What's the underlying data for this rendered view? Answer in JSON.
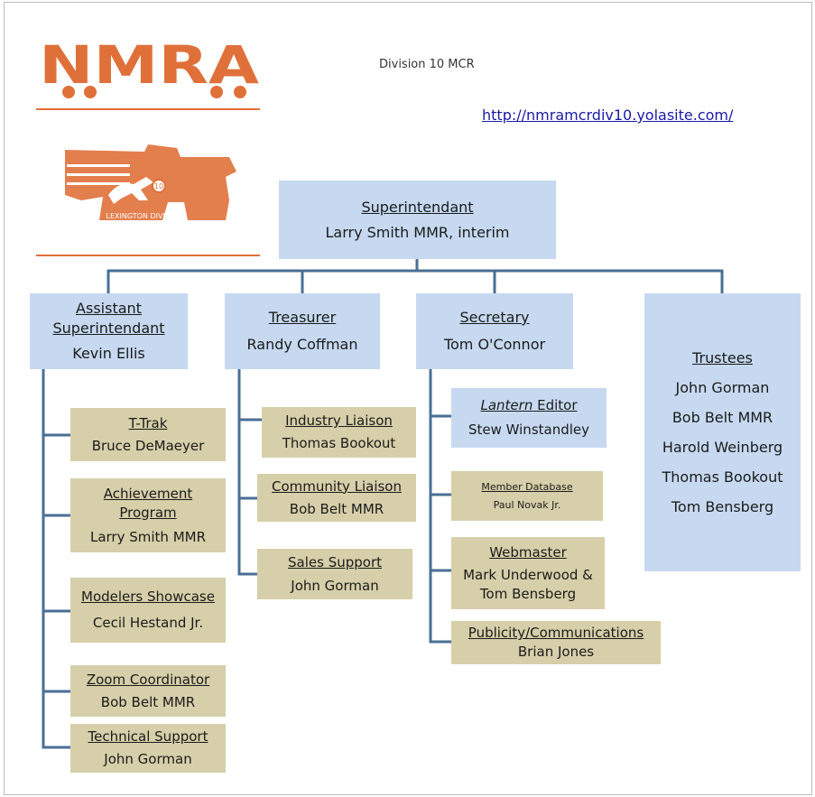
{
  "header": {
    "division": "Division 10 MCR",
    "url": "http://nmramcrdiv10.yolasite.com/"
  },
  "logos": {
    "nmra": "NMRA",
    "lexington": "LEXINGTON DIVISION",
    "badge": "10"
  },
  "colors": {
    "brand_orange": "#e0703a",
    "line_blue": "#4a6f95",
    "box_blue": "#c6d9f0",
    "box_tan": "#d6cfa9"
  },
  "superintendant": {
    "title": "Superintendant",
    "name": "Larry Smith MMR, interim"
  },
  "assistant": {
    "title_line1": "Assistant",
    "title_line2": "Superintendant",
    "name": "Kevin Ellis"
  },
  "treasurer": {
    "title": "Treasurer",
    "name": "Randy Coffman"
  },
  "secretary": {
    "title": "Secretary",
    "name": "Tom O'Connor"
  },
  "trustees": {
    "title": "Trustees",
    "members": [
      "John Gorman",
      "Bob Belt MMR",
      "Harold Weinberg",
      "Thomas Bookout",
      "Tom Bensberg"
    ]
  },
  "assistant_roles": [
    {
      "title": "T-Trak",
      "name": "Bruce DeMaeyer"
    },
    {
      "title_line1": "Achievement",
      "title_line2": "Program",
      "name": "Larry Smith MMR"
    },
    {
      "title": "Modelers Showcase",
      "name": "Cecil Hestand Jr."
    },
    {
      "title": "Zoom Coordinator",
      "name": "Bob Belt MMR"
    },
    {
      "title": "Technical Support",
      "name": "John Gorman"
    }
  ],
  "treasurer_roles": [
    {
      "title": "Industry Liaison",
      "name": "Thomas Bookout"
    },
    {
      "title": "Community Liaison",
      "name": "Bob Belt MMR"
    },
    {
      "title": "Sales Support",
      "name": "John Gorman"
    }
  ],
  "secretary_roles": [
    {
      "title_italic": "Lantern",
      "title_rest": " Editor",
      "name": "Stew Winstandley"
    },
    {
      "title": "Member Database",
      "name": "Paul Novak Jr."
    },
    {
      "title": "Webmaster",
      "name_line1": "Mark Underwood &",
      "name_line2": "Tom Bensberg"
    },
    {
      "title": "Publicity/Communications",
      "name": "Brian Jones"
    }
  ]
}
